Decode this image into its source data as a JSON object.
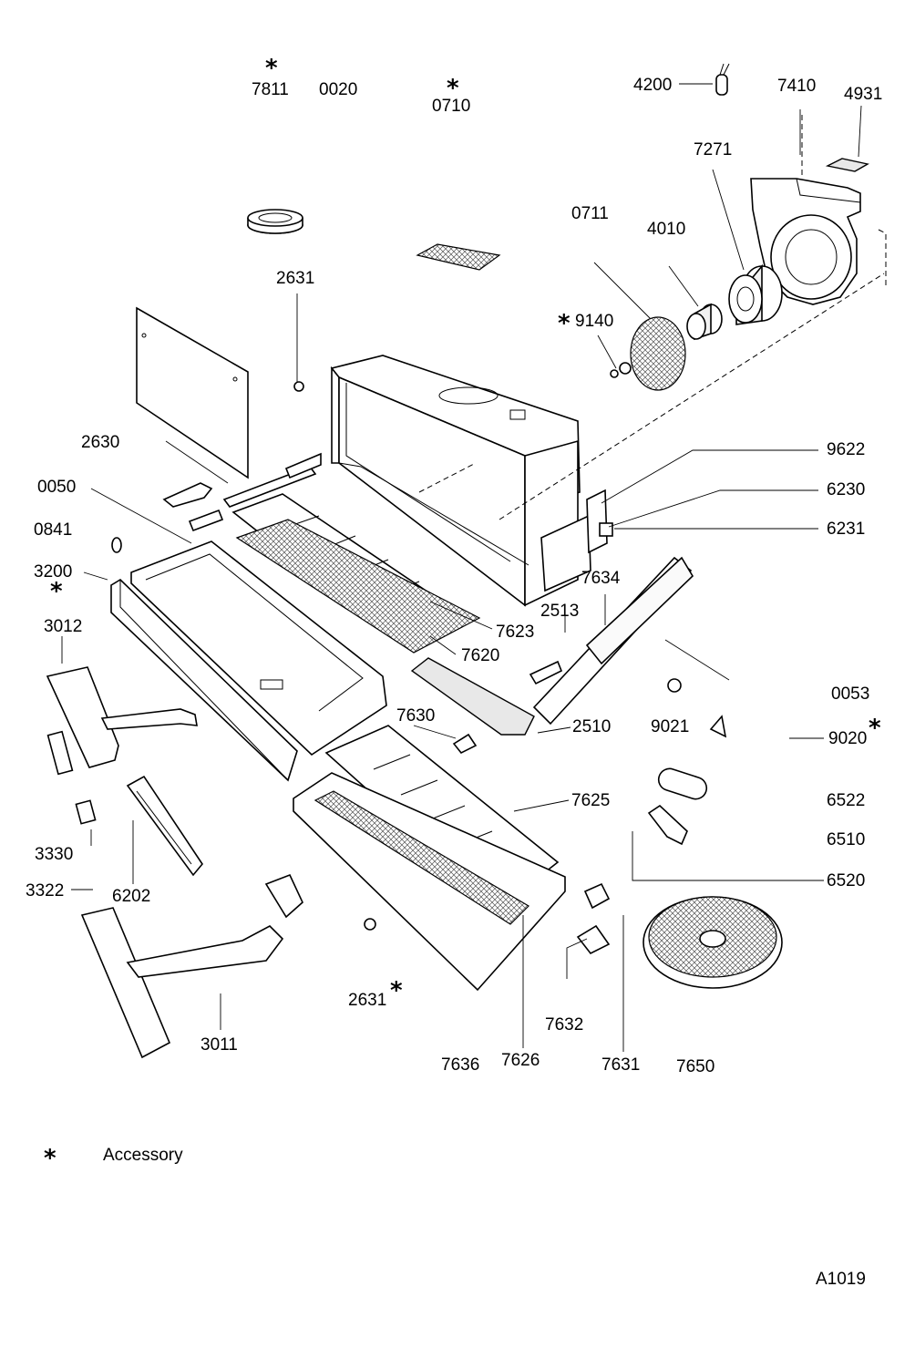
{
  "labels": {
    "l7811": "7811",
    "l0020": "0020",
    "l0710": "0710",
    "l4200": "4200",
    "l7410": "7410",
    "l4931": "4931",
    "l7271": "7271",
    "l0711": "0711",
    "l4010": "4010",
    "l2631a": "2631",
    "l9140": "9140",
    "l2630": "2630",
    "l9622": "9622",
    "l6230": "6230",
    "l0050": "0050",
    "l6231": "6231",
    "l0841": "0841",
    "l7634": "7634",
    "l3200": "3200",
    "l2513": "2513",
    "l3012": "3012",
    "l7623": "7623",
    "l7620": "7620",
    "l0053": "0053",
    "l7630": "7630",
    "l2510": "2510",
    "l9021": "9021",
    "l9020": "9020",
    "l7625": "7625",
    "l6522": "6522",
    "l6510": "6510",
    "l3330": "3330",
    "l6520": "6520",
    "l3322": "3322",
    "l6202": "6202",
    "l2631b": "2631",
    "l3011": "3011",
    "l7632": "7632",
    "l7636": "7636",
    "l7626": "7626",
    "l7631": "7631",
    "l7650": "7650"
  },
  "legend": {
    "symbol": "*",
    "text": "Accessory"
  },
  "drawing_code": "A1019"
}
